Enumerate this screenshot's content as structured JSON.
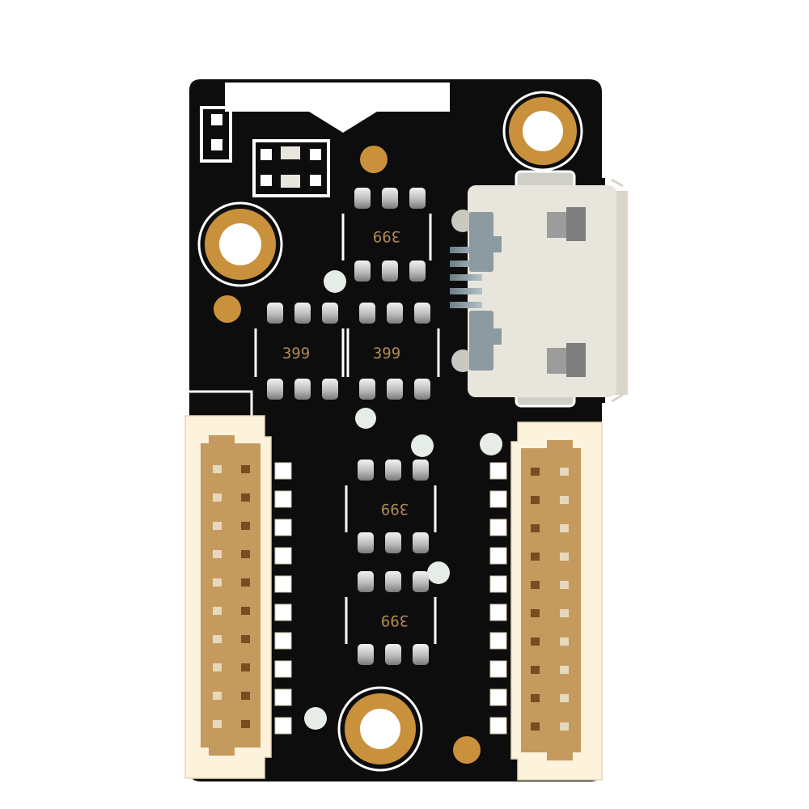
{
  "board": {
    "colors": {
      "pcb": "#0d0d0d",
      "silkscreen": "#ffffff",
      "copper": "#c9913c",
      "hole": "#ffffff",
      "pad_silver": "#c8c8c8",
      "connector_shell": "#fdf2dc",
      "connector_cavity": "#c59a5e",
      "usb_body": "#e8e6dc",
      "usb_tab": "#8c9aa2",
      "fiducial": "#e6ece6"
    },
    "chip_markings": [
      "399",
      "399",
      "399",
      "399",
      "399"
    ],
    "icons": [
      "mounting-hole-icon",
      "usb-connector-icon",
      "jst-connector-icon",
      "ic-chip-icon"
    ]
  }
}
